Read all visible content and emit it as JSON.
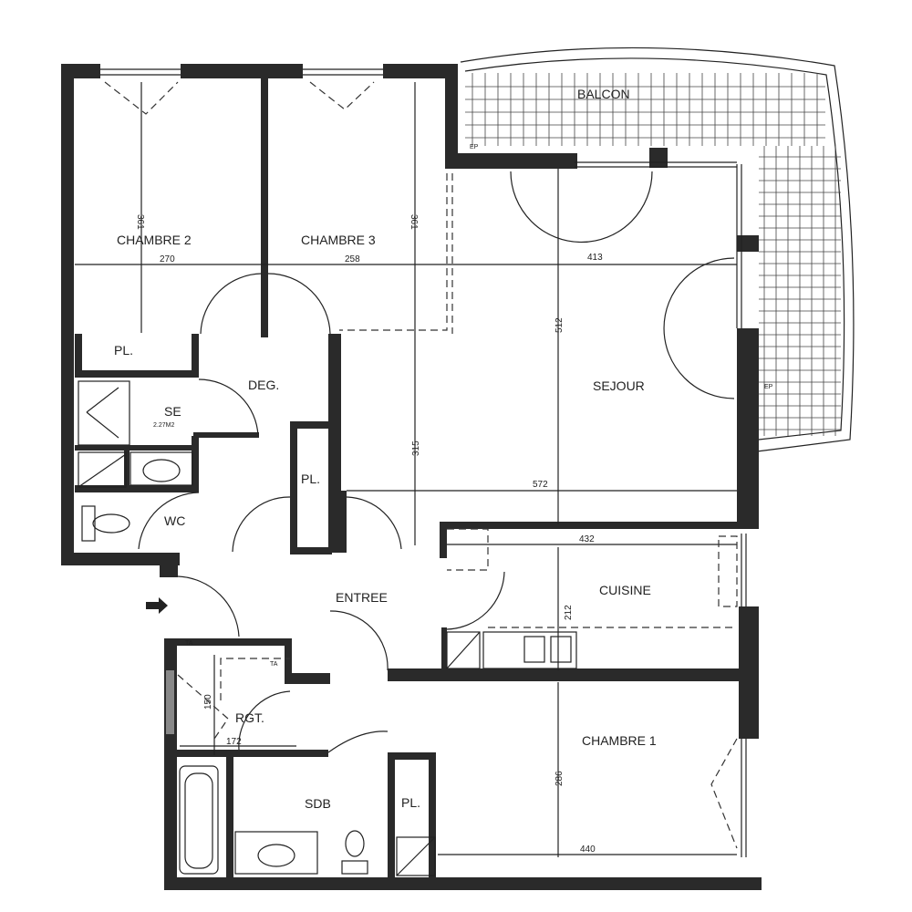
{
  "rooms": {
    "balcon": "BALCON",
    "chambre2": "CHAMBRE 2",
    "chambre3": "CHAMBRE 3",
    "sejour": "SEJOUR",
    "placard1": "PL.",
    "deg": "DEG.",
    "se": "SE",
    "se_area": "2.27M2",
    "placard2": "PL.",
    "wc": "WC",
    "entree": "ENTREE",
    "cuisine": "CUISINE",
    "rgt": "RGT.",
    "sdb": "SDB",
    "placard3": "PL.",
    "chambre1": "CHAMBRE 1",
    "ta1": "TA",
    "ta2": "TA",
    "ep1": "EP",
    "ep2": "EP"
  },
  "dimensions": {
    "ch2_depth": "361",
    "ch2_width": "270",
    "ch3_depth": "361",
    "ch3_width": "258",
    "sejour_width_top": "413",
    "sejour_depth": "512",
    "entree_depth": "315",
    "sejour_width": "572",
    "cuisine_width": "432",
    "cuisine_depth": "212",
    "rgt_depth": "150",
    "rgt_width": "172",
    "ch1_depth": "286",
    "ch1_width": "440"
  },
  "colors": {
    "wall": "#2a2a2a",
    "line": "#222222"
  }
}
